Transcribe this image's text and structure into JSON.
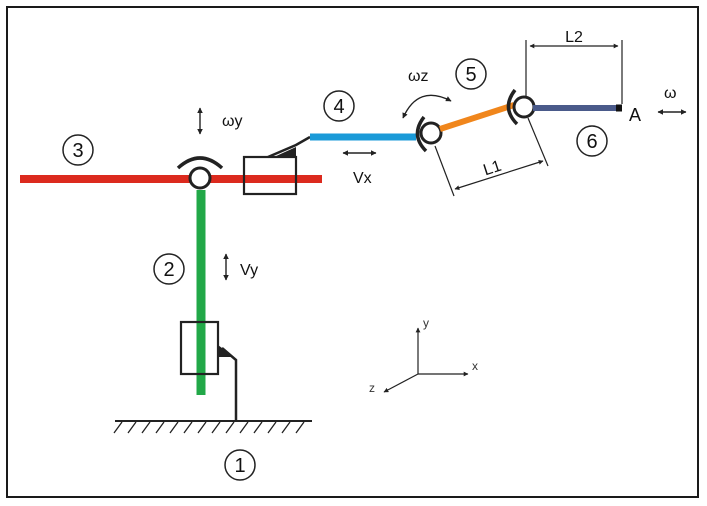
{
  "parts": {
    "base": "1",
    "vertical_prismatic": "2",
    "horizontal_link": "3",
    "horizontal_prismatic": "4",
    "rotary_joint": "5",
    "end_link": "6"
  },
  "labels": {
    "omega_y": "ωy",
    "v_y": "Vy",
    "v_x": "Vx",
    "omega_z": "ωz",
    "omega": "ω",
    "L1": "L1",
    "L2": "L2",
    "point_A": "A"
  },
  "axes": {
    "x": "x",
    "y": "y",
    "z": "z"
  },
  "colors": {
    "red_link": "#dc2a1e",
    "green_link": "#22a848",
    "cyan_link": "#1a9ad8",
    "orange_link": "#f0861c",
    "blue_link": "#4a5a8a"
  }
}
